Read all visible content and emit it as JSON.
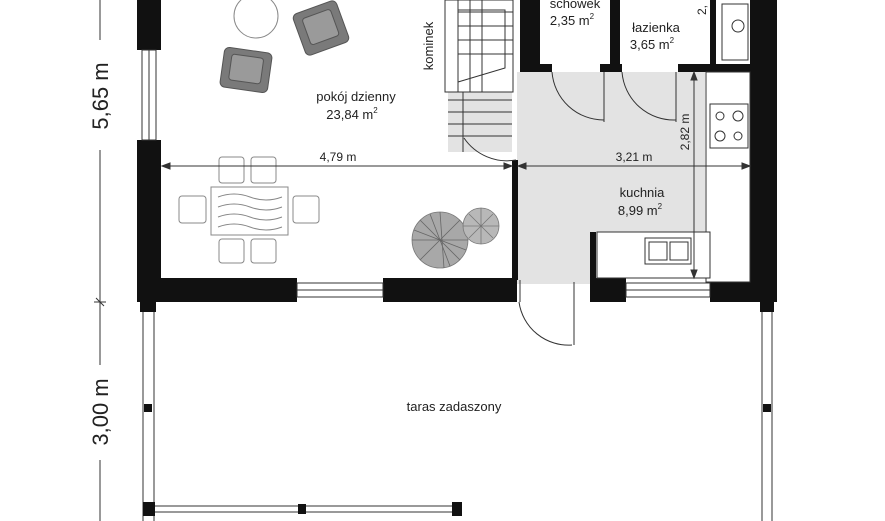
{
  "rooms": {
    "living": {
      "name": "pokój dzienny",
      "area_value": "23,84 m",
      "area_sup": "2"
    },
    "storage": {
      "name": "schowek",
      "area_value": "2,35 m",
      "area_sup": "2"
    },
    "bathroom": {
      "name": "łazienka",
      "area_value": "3,65 m",
      "area_sup": "2"
    },
    "kitchen": {
      "name": "kuchnia",
      "area_value": "8,99 m",
      "area_sup": "2"
    },
    "terrace": {
      "name": "taras zadaszony"
    },
    "fireplace": {
      "name": "kominek"
    }
  },
  "dimensions": {
    "living_width": "4,79 m",
    "kitchen_width": "3,21 m",
    "kitchen_height": "2,82 m",
    "bathroom_partial": "2,",
    "house_depth": "5,65 m",
    "terrace_depth": "3,00 m"
  },
  "colors": {
    "wall": "#111111",
    "floor_grey": "#e3e3e3",
    "furniture": "#7a7a7a",
    "line": "#333333"
  }
}
